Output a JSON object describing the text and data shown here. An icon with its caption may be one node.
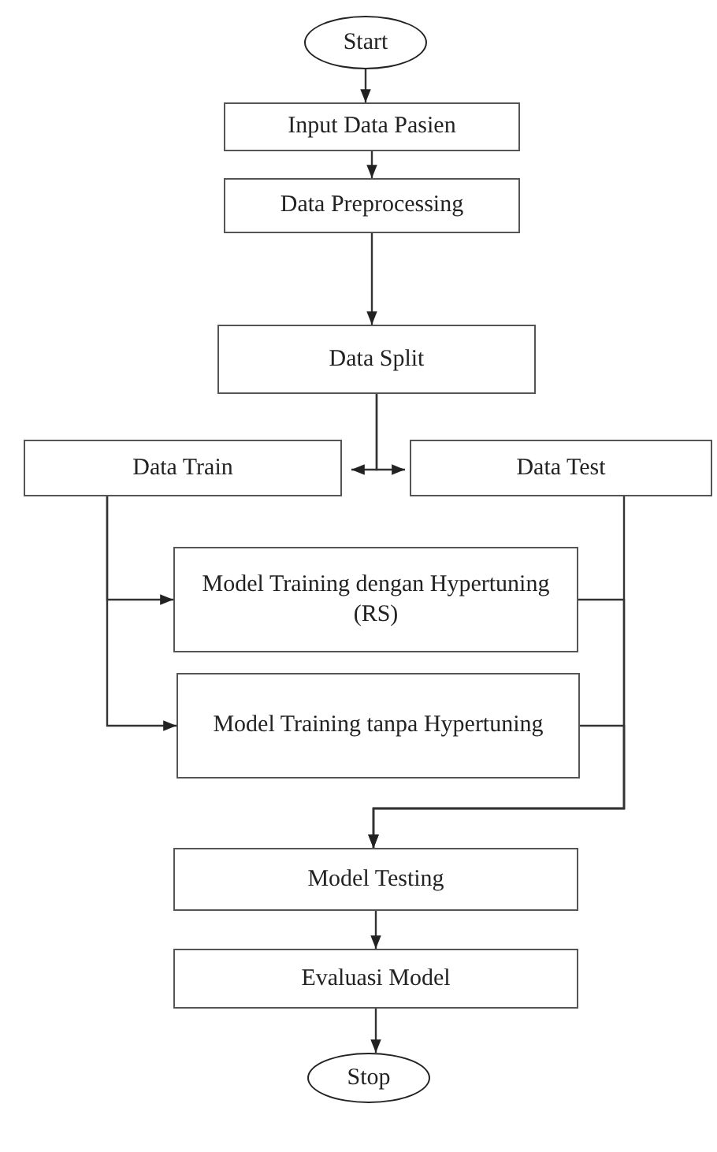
{
  "diagram": {
    "nodes": [
      {
        "text": [
          "Start"
        ]
      },
      {
        "text": [
          "Input Data Pasien"
        ]
      },
      {
        "text": [
          "Data Preprocessing"
        ]
      },
      {
        "text": [
          "Data Split"
        ]
      },
      {
        "text": [
          "Data Train"
        ]
      },
      {
        "text": [
          "Data Test"
        ]
      },
      {
        "text": [
          "Model Training dengan Hypertuning (RS)"
        ]
      },
      {
        "text": [
          "Model Training tanpa Hypertuning"
        ]
      },
      {
        "text": [
          "Model Testing"
        ]
      },
      {
        "text": [
          "Evaluasi Model"
        ]
      },
      {
        "text": [
          "Stop"
        ]
      }
    ],
    "edges": [
      {
        "from": 0,
        "to": 1,
        "arrow": "to"
      },
      {
        "from": 1,
        "to": 2,
        "arrow": "to"
      },
      {
        "from": 2,
        "to": 3,
        "arrow": "to"
      },
      {
        "from": 3,
        "to": 4,
        "arrow": "to"
      },
      {
        "from": 3,
        "to": 5,
        "arrow": "to"
      },
      {
        "from": 4,
        "to": 6,
        "arrow": "to"
      },
      {
        "from": 4,
        "to": 7,
        "arrow": "to"
      },
      {
        "from": 5,
        "to": 8,
        "arrow": "to"
      },
      {
        "from": 6,
        "to": 8,
        "arrow": "to"
      },
      {
        "from": 7,
        "to": 8,
        "arrow": "to"
      },
      {
        "from": 8,
        "to": 9,
        "arrow": "to"
      },
      {
        "from": 9,
        "to": 10,
        "arrow": "to"
      }
    ]
  }
}
